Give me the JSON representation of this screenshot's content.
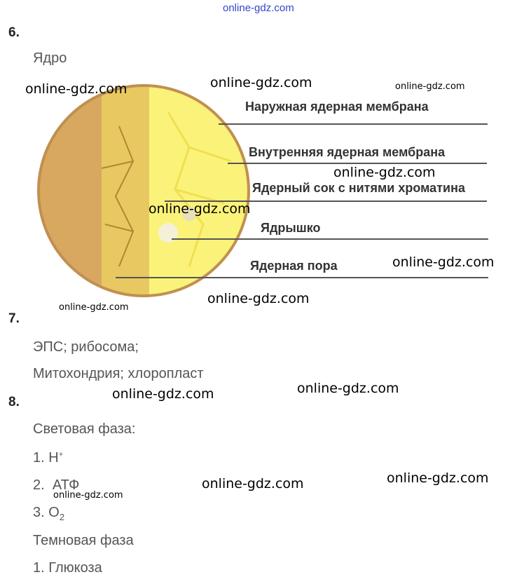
{
  "header_watermark": "online-gdz.com",
  "q6": {
    "number": "6.",
    "title": "Ядро",
    "labels": [
      "Наружная ядерная мембрана",
      "Внутренняя ядерная мембрана",
      "Ядерный сок с нитями хроматина",
      "Ядрышко",
      "Ядерная пора"
    ]
  },
  "q7": {
    "number": "7.",
    "lines": [
      "ЭПС; рибосома;",
      "Митохондрия; хлоропласт"
    ]
  },
  "q8": {
    "number": "8.",
    "light_title": "Световая фаза:",
    "light": [
      {
        "n": "1.",
        "t": "H",
        "sup": "+"
      },
      {
        "n": "2.",
        "t": "АТФ"
      },
      {
        "n": "3.",
        "t": "O",
        "sub": "2"
      }
    ],
    "dark_title": "Темновая фаза",
    "dark": [
      "1. Глюкоза"
    ]
  },
  "watermark": "online-gdz.com"
}
